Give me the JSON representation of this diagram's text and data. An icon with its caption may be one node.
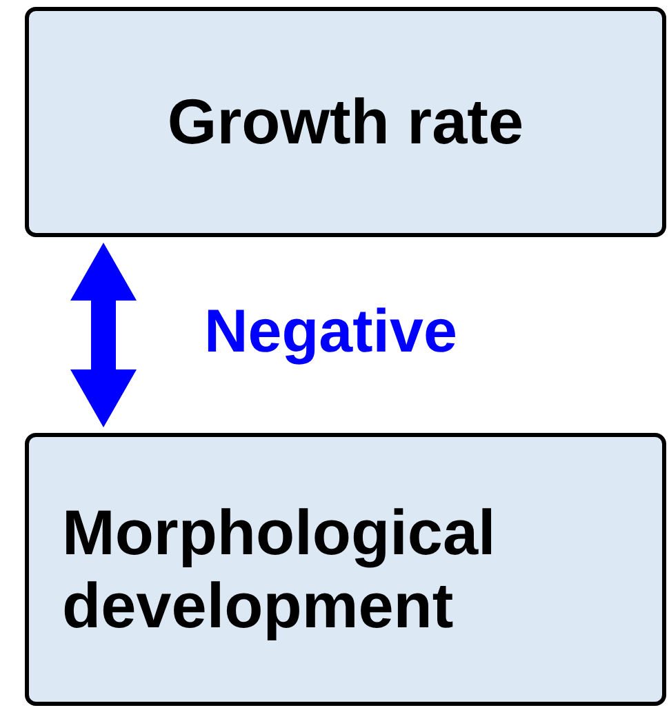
{
  "diagram": {
    "nodes": [
      {
        "text": [
          "Growth rate"
        ]
      },
      {
        "text": [
          "Morphological development"
        ]
      }
    ],
    "edges": [
      {
        "from": 0,
        "to": 1,
        "arrow": "both",
        "label": "Negative",
        "style": "thick",
        "color": "#0000ff"
      }
    ]
  }
}
